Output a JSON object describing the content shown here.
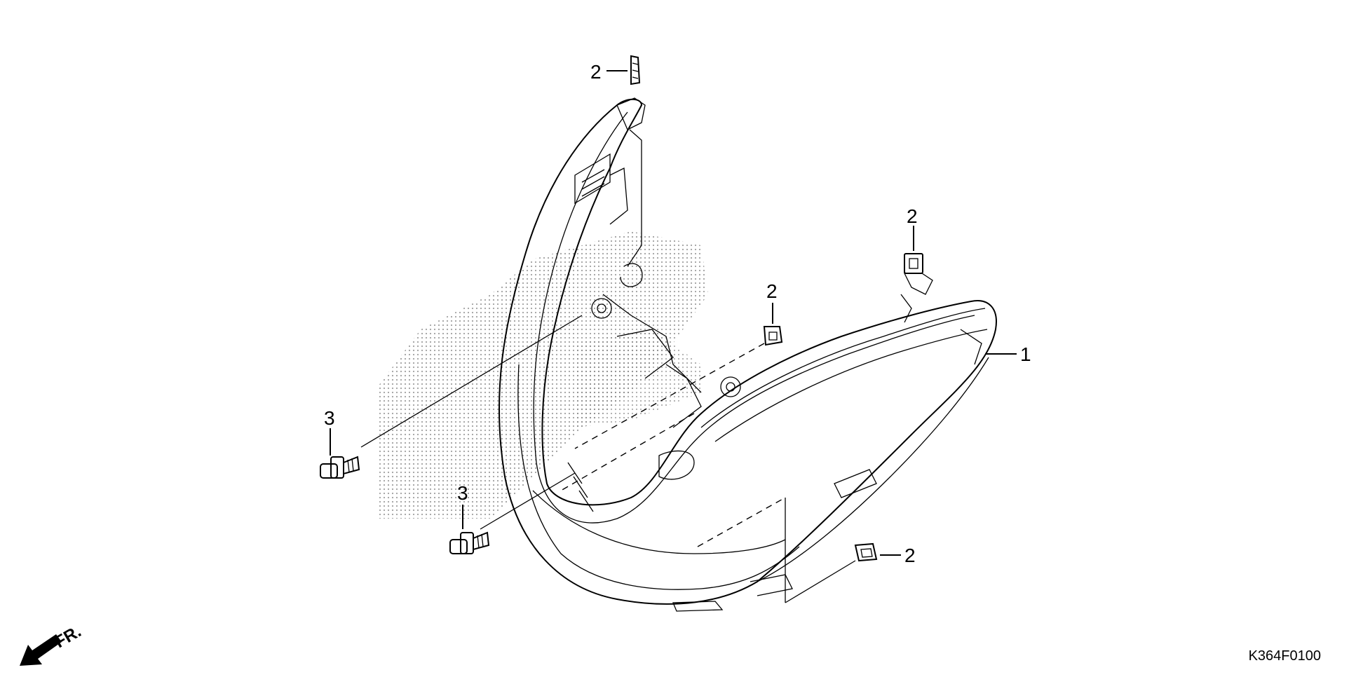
{
  "callouts": {
    "part_1": "1",
    "part_2_top": "2",
    "part_2_right_upper": "2",
    "part_2_center": "2",
    "part_2_bottom_right": "2",
    "part_3_left": "3",
    "part_3_lower": "3"
  },
  "direction_label": "FR.",
  "diagram_code": "K364F0100",
  "colors": {
    "line": "#000000",
    "background": "#ffffff",
    "shading": "#888888"
  }
}
